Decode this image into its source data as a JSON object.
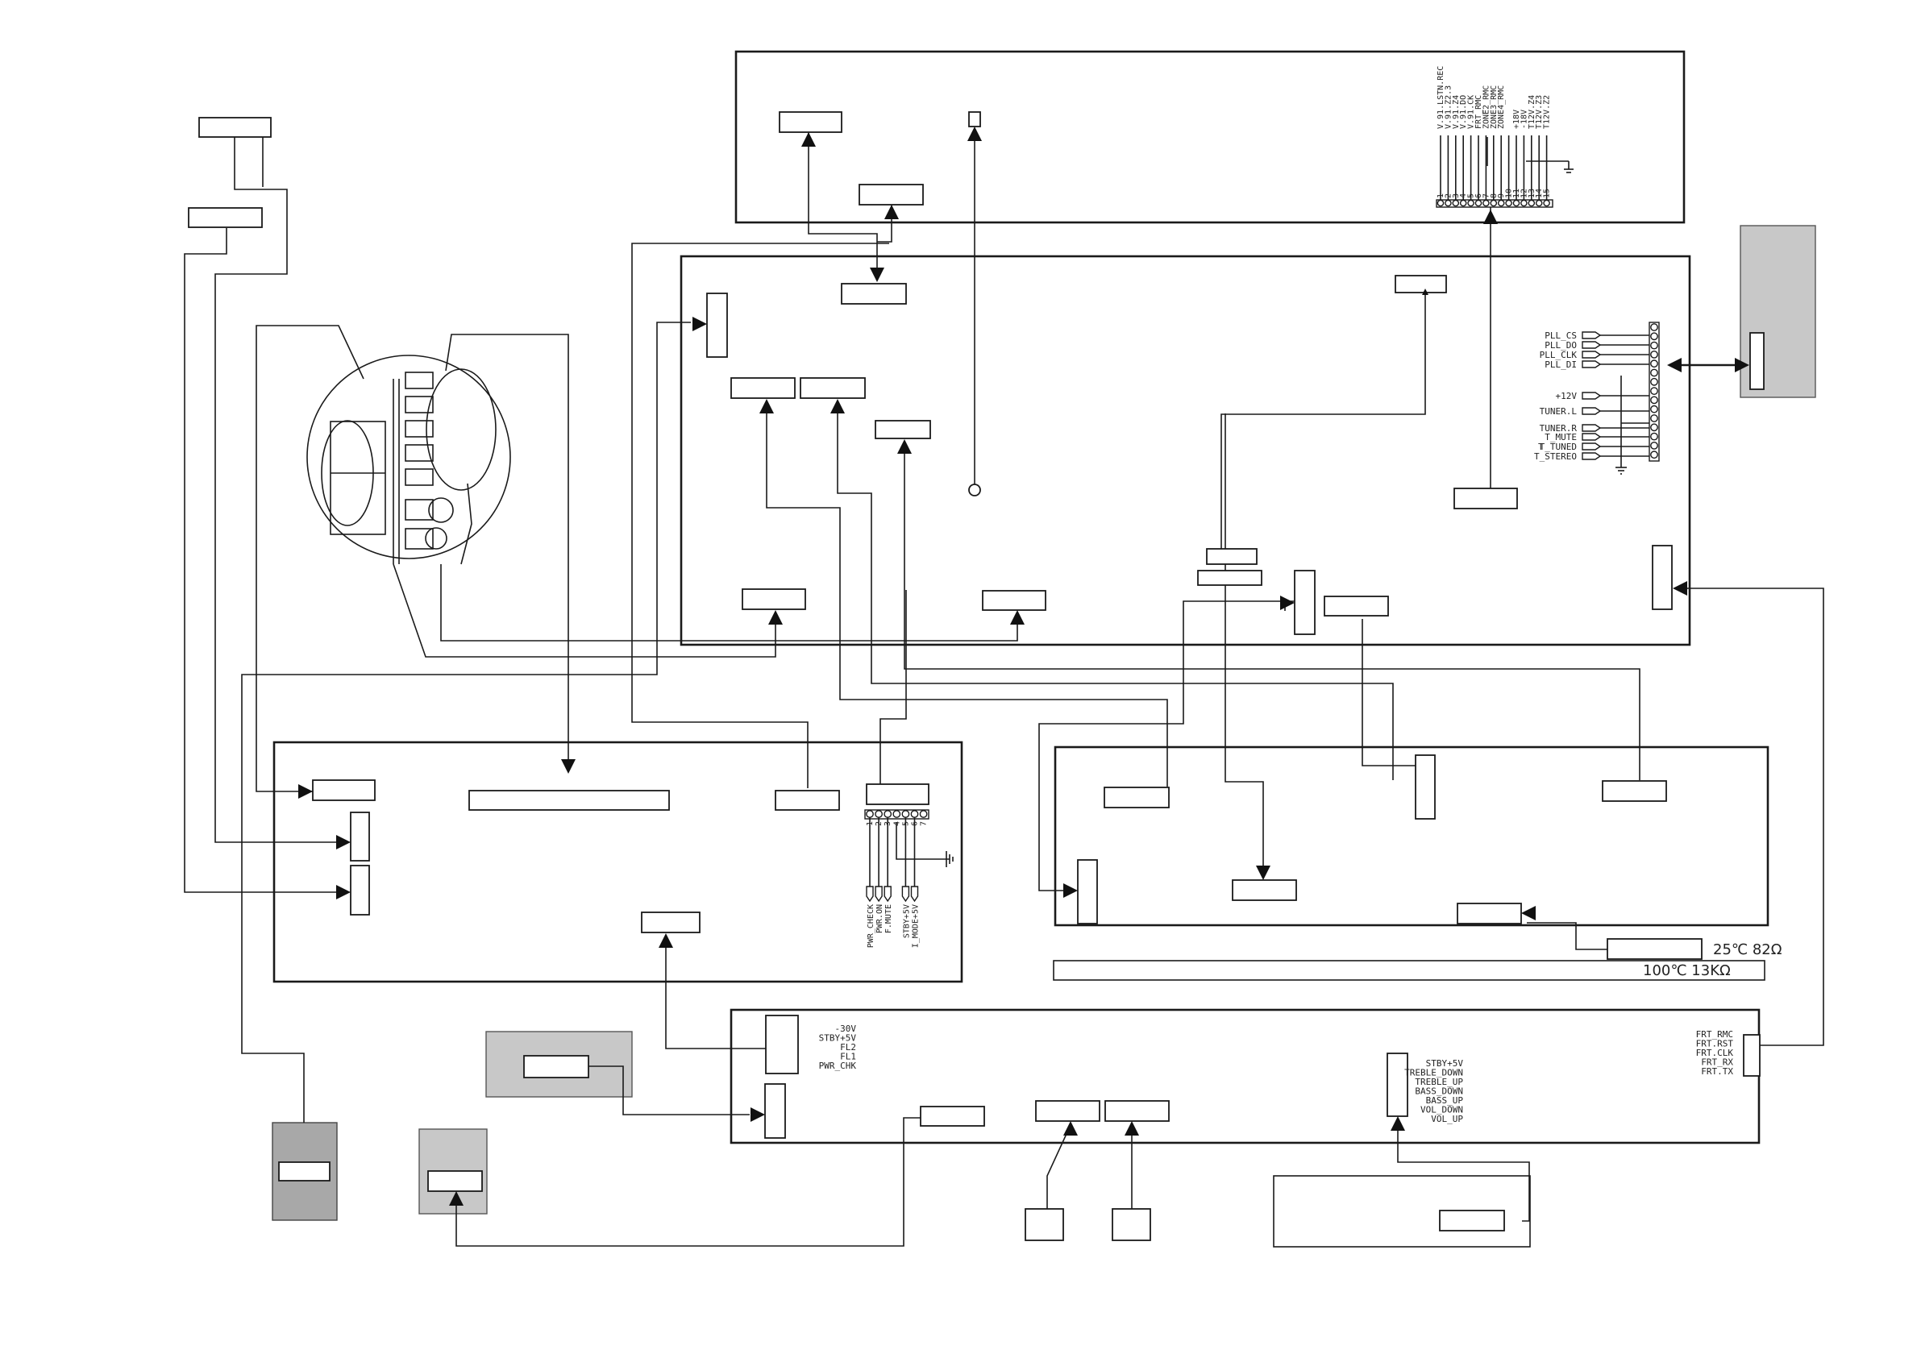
{
  "tuner_labels": [
    "PLL_CS",
    "PLL_DO",
    "PLL_CLK",
    "PLL_DI",
    "+12V",
    "TUNER.L",
    "TUNER.R",
    "T_MUTE",
    "T_TUNED",
    "T_STEREO"
  ],
  "tuner_aux_mark": "T",
  "top_connector_labels": [
    "V.91.LSTN.REC",
    "V.91.Z2.3",
    "V.91.Z4",
    "V.91.DO",
    "V.91.CK",
    "FRT_RMC",
    "ZONE2_RMC",
    "ZONE3_RMC",
    "ZONE4_RMC",
    "+18V",
    "-18V",
    "T12V.Z4",
    "T12V.Z3",
    "T12V.Z2"
  ],
  "top_pin_numbers": [
    "1",
    "2",
    "3",
    "4",
    "5",
    "6",
    "7",
    "8",
    "9",
    "10",
    "11",
    "12",
    "13",
    "14",
    "15"
  ],
  "power_connector_labels": [
    "PWR_CHECK",
    "PWR.ON",
    "F.MUTE",
    "STBY+5V",
    "I_MODE+5V"
  ],
  "power_pin_numbers": [
    "1",
    "2",
    "3",
    "4",
    "5",
    "6",
    "7"
  ],
  "front_left_labels": [
    "-30V",
    "STBY+5V",
    "FL2",
    "FL1",
    "PWR_CHK"
  ],
  "front_mid_labels": [
    "STBY+5V",
    "TREBLE_DOWN",
    "TREBLE_UP",
    "BASS_DOWN",
    "BASS_UP",
    "VOL_DOWN",
    "VOL_UP"
  ],
  "front_right_labels": [
    "FRT_RMC",
    "FRT.RST",
    "FRT.CLK",
    "FRT_RX",
    "FRT.TX"
  ],
  "thermistor": {
    "spec_25": "25℃  82Ω",
    "spec_100": "100℃ 13KΩ"
  }
}
